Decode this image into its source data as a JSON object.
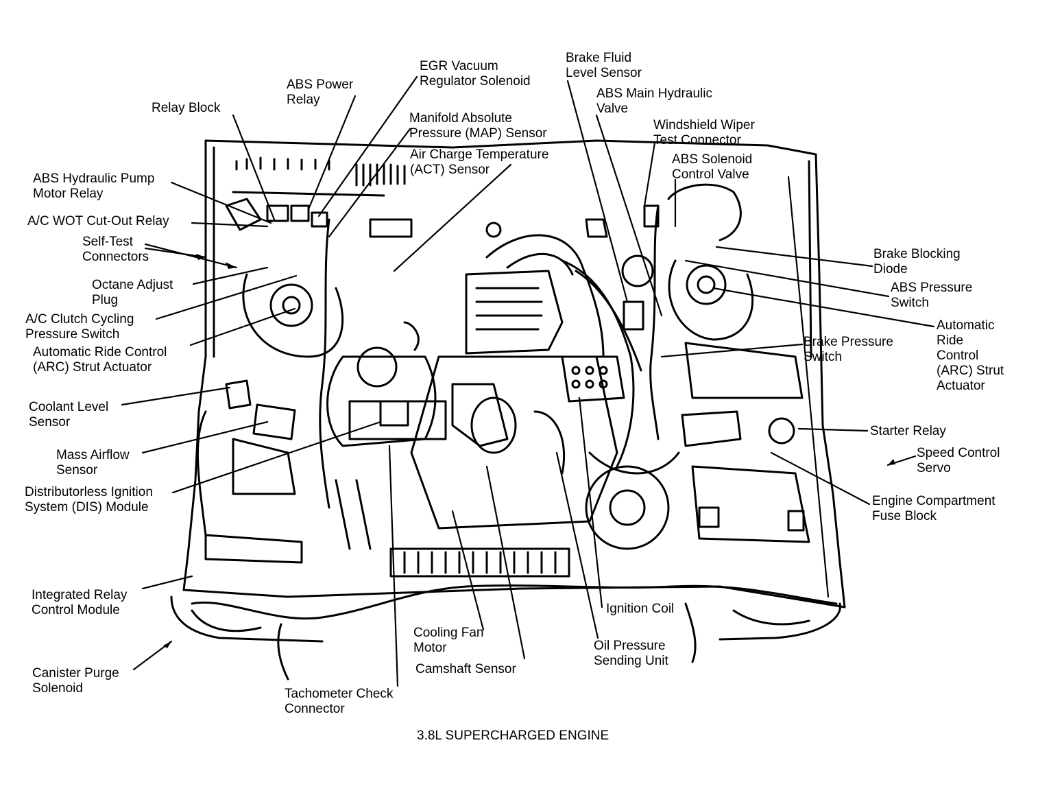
{
  "caption": "3.8L SUPERCHARGED ENGINE",
  "colors": {
    "ink": "#000000",
    "paper": "#ffffff"
  },
  "labels": {
    "relay_block": "Relay Block",
    "abs_power_relay": "ABS Power\nRelay",
    "egr_vacuum_regulator_solenoid": "EGR Vacuum\nRegulator Solenoid",
    "manifold_absolute_pressure_sensor": "Manifold Absolute\nPressure (MAP) Sensor",
    "air_charge_temperature_sensor": "Air Charge Temperature\n(ACT) Sensor",
    "brake_fluid_level_sensor": "Brake Fluid\nLevel Sensor",
    "abs_main_hydraulic_valve": "ABS Main Hydraulic\nValve",
    "windshield_wiper_test_connector": "Windshield Wiper\nTest Connector",
    "abs_solenoid_control_valve": "ABS Solenoid\nControl Valve",
    "abs_hydraulic_pump_motor_relay": "ABS Hydraulic Pump\nMotor Relay",
    "ac_wot_cutout_relay": "A/C WOT Cut-Out Relay",
    "self_test_connectors": "Self-Test\nConnectors",
    "octane_adjust_plug": "Octane Adjust\nPlug",
    "ac_clutch_cycling_pressure_switch": "A/C Clutch Cycling\nPressure Switch",
    "automatic_ride_control_strut_actuator_left": "Automatic Ride Control\n(ARC) Strut Actuator",
    "coolant_level_sensor": "Coolant Level\nSensor",
    "mass_airflow_sensor": "Mass Airflow\nSensor",
    "dis_module": "Distributorless Ignition\nSystem (DIS) Module",
    "integrated_relay_control_module": "Integrated Relay\nControl Module",
    "canister_purge_solenoid": "Canister Purge\nSolenoid",
    "tachometer_check_connector": "Tachometer Check\nConnector",
    "cooling_fan_motor": "Cooling Fan\nMotor",
    "camshaft_sensor": "Camshaft Sensor",
    "ignition_coil": "Ignition Coil",
    "oil_pressure_sending_unit": "Oil Pressure\nSending Unit",
    "brake_blocking_diode": "Brake Blocking\nDiode",
    "abs_pressure_switch": "ABS Pressure\nSwitch",
    "automatic_ride_control_strut_actuator_right": "Automatic\nRide\nControl\n(ARC) Strut\nActuator",
    "brake_pressure_switch": "Brake Pressure\nSwitch",
    "starter_relay": "Starter Relay",
    "speed_control_servo": "Speed Control\nServo",
    "engine_compartment_fuse_block": "Engine Compartment\nFuse Block"
  }
}
